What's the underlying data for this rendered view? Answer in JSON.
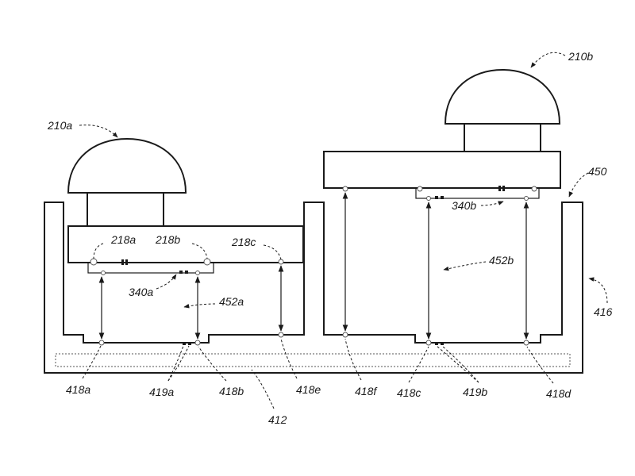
{
  "labels": {
    "l210a": "210a",
    "l210b": "210b",
    "l450": "450",
    "l218a": "218a",
    "l218b": "218b",
    "l218c": "218c",
    "l340a": "340a",
    "l340b": "340b",
    "l452a": "452a",
    "l452b": "452b",
    "l416": "416",
    "l418a": "418a",
    "l419a": "419a",
    "l418b": "418b",
    "l418e": "418e",
    "l418f": "418f",
    "l418c": "418c",
    "l419b": "419b",
    "l418d": "418d",
    "l412": "412"
  }
}
